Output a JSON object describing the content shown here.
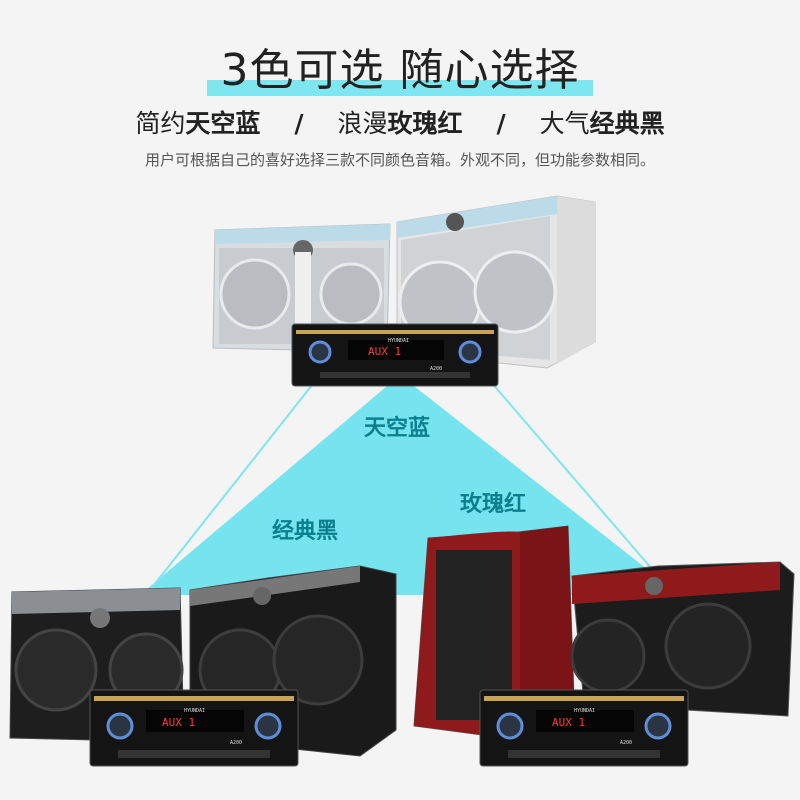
{
  "heading": "3色可选  随心选择",
  "subtitle": {
    "prefix_1": "简约",
    "color_1": "天空蓝",
    "separator": "/",
    "prefix_2": "浪漫",
    "color_2": "玫瑰红",
    "prefix_3": "大气",
    "color_3": "经典黑"
  },
  "description": "用户可根据自己的喜好选择三款不同颜色音箱。外观不同，但功能参数相同。",
  "labels": {
    "blue": "天空蓝",
    "red": "玫瑰红",
    "black": "经典黑"
  },
  "amp": {
    "brand": "HYUNDAI",
    "display": "AUX 1",
    "model": "A200"
  },
  "colors": {
    "accent": "#7ee6ef",
    "label": "#0b7f8e",
    "sky_blue": "#bcdbe9",
    "rose_red": "#8e1a1c",
    "classic_black": "#1e1e1e"
  }
}
